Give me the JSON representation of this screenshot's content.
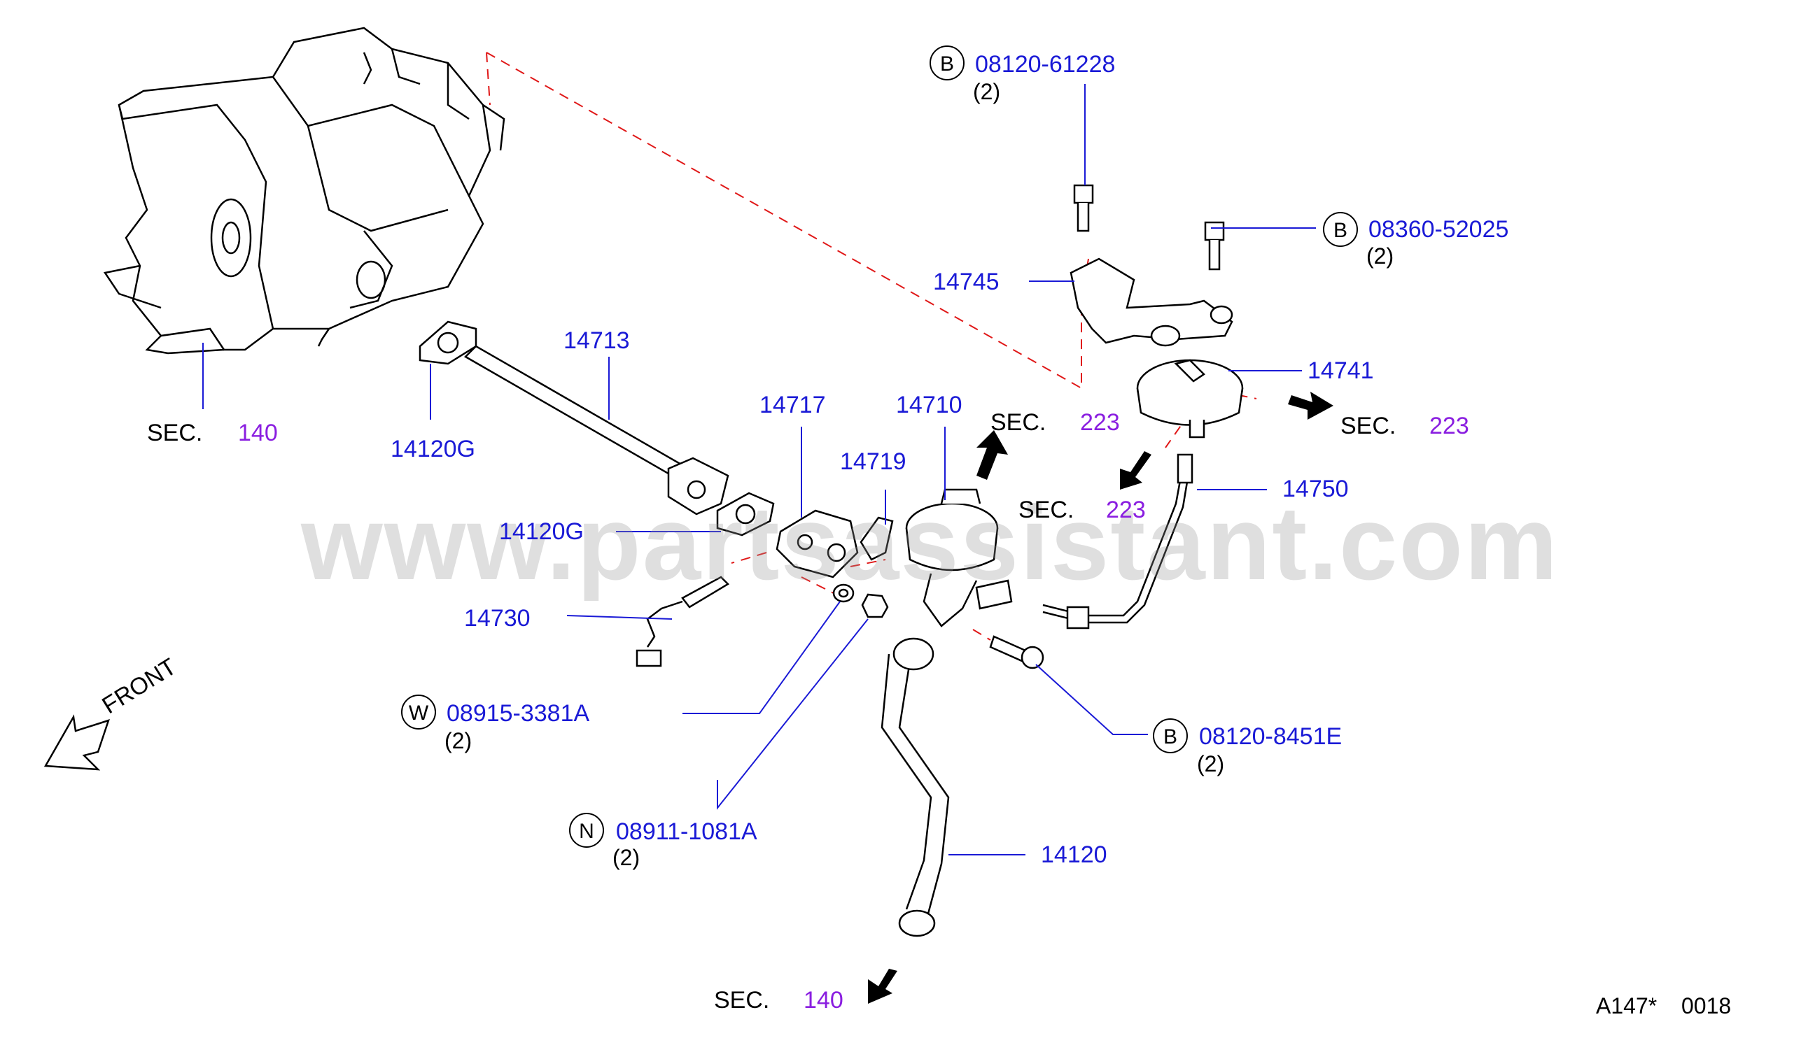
{
  "colors": {
    "part_number": "#1a1ad6",
    "section_number": "#8a1ee0",
    "leader": "#1a1ad6",
    "phantom": "#e01818"
  },
  "watermark": "www.partsassistant.com",
  "front_label": "FRONT",
  "footer": {
    "code": "A147*",
    "number": "0018"
  },
  "sec_word": "SEC.",
  "sections": [
    {
      "id": "140-engine",
      "num": "140"
    },
    {
      "id": "223-a",
      "num": "223"
    },
    {
      "id": "223-b",
      "num": "223"
    },
    {
      "id": "223-c",
      "num": "223"
    },
    {
      "id": "140-bottom",
      "num": "140"
    }
  ],
  "parts": [
    {
      "number": "08120-61228",
      "prefix": "B",
      "qty": "(2)"
    },
    {
      "number": "08360-52025",
      "prefix": "B",
      "qty": "(2)"
    },
    {
      "number": "14745"
    },
    {
      "number": "14713"
    },
    {
      "number": "14741"
    },
    {
      "number": "14717"
    },
    {
      "number": "14710"
    },
    {
      "number": "14120G"
    },
    {
      "number": "14719"
    },
    {
      "number": "14750"
    },
    {
      "number": "14120G"
    },
    {
      "number": "14730"
    },
    {
      "number": "08915-3381A",
      "prefix": "W",
      "qty": "(2)"
    },
    {
      "number": "08120-8451E",
      "prefix": "B",
      "qty": "(2)"
    },
    {
      "number": "08911-1081A",
      "prefix": "N",
      "qty": "(2)"
    },
    {
      "number": "14120"
    }
  ]
}
